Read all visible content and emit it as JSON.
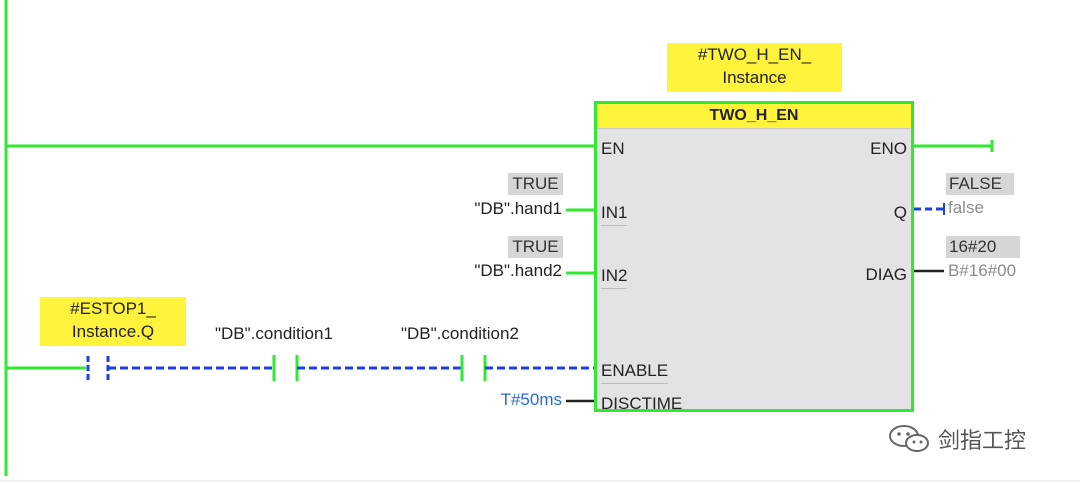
{
  "instance_label": "#TWO_H_EN_ Instance",
  "instance_lines": [
    "#TWO_H_EN_",
    "Instance"
  ],
  "block": {
    "title": "TWO_H_EN",
    "inputs": {
      "en": "EN",
      "in1": "IN1",
      "in2": "IN2",
      "enable": "ENABLE",
      "disctime": "DISCTIME"
    },
    "outputs": {
      "eno": "ENO",
      "q": "Q",
      "diag": "DIAG"
    }
  },
  "in1_operand": "\"DB\".hand1",
  "in1_value": "TRUE",
  "in2_operand": "\"DB\".hand2",
  "in2_value": "TRUE",
  "q_value": "FALSE",
  "q_operand": "false",
  "diag_value": "16#20",
  "diag_operand": "B#16#00",
  "disctime_value": "T#50ms",
  "contacts": [
    {
      "lines": [
        "#ESTOP1_",
        "Instance.Q"
      ]
    },
    {
      "label": "\"DB\".condition1"
    },
    {
      "label": "\"DB\".condition2"
    }
  ],
  "colors": {
    "energized": "#31e931",
    "not_energized": "#1f3fe0",
    "label_highlight": "#fff33b",
    "value_box": "#d6d6d6",
    "block_body": "#e3e3e6"
  },
  "watermark": {
    "text": "剑指工控",
    "icon": "wechat-icon"
  }
}
